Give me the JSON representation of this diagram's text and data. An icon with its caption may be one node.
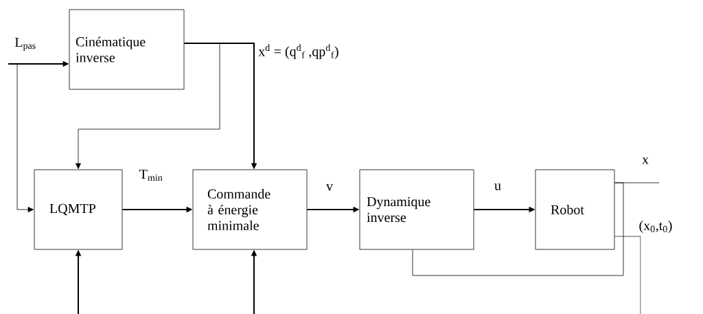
{
  "diagram": {
    "nodes": [
      {
        "text": [
          "Cinématique inverse"
        ]
      },
      {
        "text": [
          "LQMTP"
        ]
      },
      {
        "text": [
          "Commande à énergie minimale"
        ]
      },
      {
        "text": [
          "Dynamique inverse"
        ]
      },
      {
        "text": [
          "Robot"
        ]
      }
    ],
    "edges": [
      {
        "from": null,
        "to": 0,
        "arrow": "to"
      },
      {
        "from": null,
        "to": 1,
        "arrow": "to"
      },
      {
        "from": 0,
        "to": 1,
        "arrow": "to"
      },
      {
        "from": 0,
        "to": 2,
        "arrow": "to"
      },
      {
        "from": 1,
        "to": 2,
        "arrow": "to",
        "label": "T$_{min}$"
      },
      {
        "from": 2,
        "to": 3,
        "arrow": "to",
        "label": "v"
      },
      {
        "from": 3,
        "to": 4,
        "arrow": "to",
        "label": "u"
      },
      {
        "from": 4,
        "to": null,
        "arrow": "none",
        "label": "x"
      },
      {
        "from": 4,
        "to": 3,
        "arrow": "none"
      },
      {
        "from": 4,
        "to": null,
        "arrow": "none"
      },
      {
        "from": null,
        "to": 1,
        "arrow": "to"
      },
      {
        "from": null,
        "to": 2,
        "arrow": "to"
      }
    ],
    "labels": [
      "L$_{pas}$",
      "x$^{d}$ = (q$^{d}$$_{f}$ ,qp$^{d}$$_{f}$)",
      "(x$_{0}$,t$_{0}$)"
    ]
  }
}
